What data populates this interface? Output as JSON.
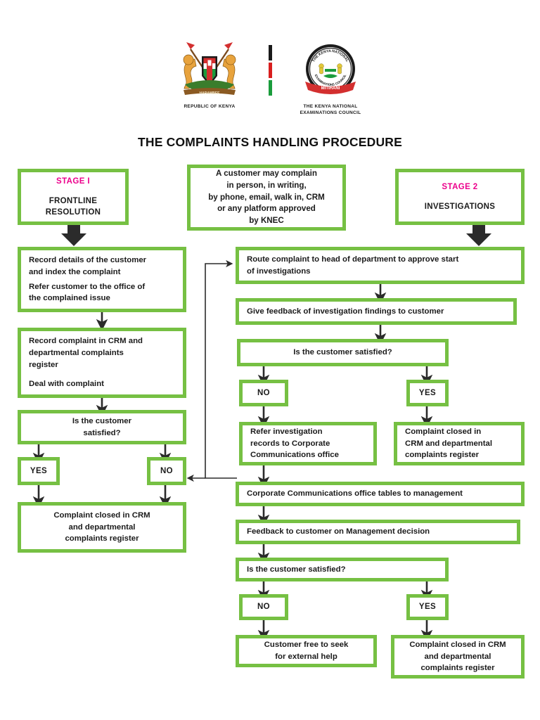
{
  "header": {
    "left_logo": {
      "name": "kenya-coat-of-arms",
      "caption": "REPUBLIC OF KENYA"
    },
    "divider": {
      "name": "kenya-flag-divider",
      "colors": [
        "#1a1a1a",
        "#d81e1e",
        "#1a9c3c"
      ]
    },
    "right_logo": {
      "name": "knec-seal",
      "caption_line1": "THE KENYA NATIONAL",
      "caption_line2": "EXAMINATIONS COUNCIL",
      "seal_top_text": "THE KENYA NATIONAL",
      "seal_bottom_text": "EXAMINATIONS COUNCIL",
      "seal_ribbon_text": "MITIHANI"
    }
  },
  "title": "THE COMPLAINTS HANDLING PROCEDURE",
  "colors": {
    "green": "#76c043",
    "magenta": "#ec008c",
    "text": "#1b1b1b",
    "arrow": "#2b2b2b",
    "background": "#ffffff"
  },
  "stages": {
    "stage1": {
      "label": "STAGE I",
      "name": "FRONTLINE",
      "name2": "RESOLUTION"
    },
    "stage2": {
      "label": "STAGE 2",
      "name": "INVESTIGATIONS"
    }
  },
  "callout": {
    "line1": "A customer may complain",
    "line2": "in person, in writing,",
    "line3": "by phone, email, walk in, CRM",
    "line4": "or any platform approved",
    "line5": "by KNEC"
  },
  "left_column": {
    "box1": {
      "p1_l1": "Record details of the customer",
      "p1_l2": "and index the complaint",
      "p2_l1": "Refer customer to the office of",
      "p2_l2": "the complained issue"
    },
    "box2": {
      "p1_l1": "Record complaint in CRM and",
      "p1_l2": "departmental complaints",
      "p1_l3": "register",
      "p2_l1": "Deal with complaint"
    },
    "decision": {
      "l1": "Is the customer",
      "l2": "satisfied?"
    },
    "yes": "YES",
    "no": "NO",
    "closed": {
      "l1": "Complaint closed in CRM",
      "l2": "and departmental",
      "l3": "complaints register"
    }
  },
  "right_column": {
    "route": {
      "l1": "Route complaint to head of department to approve start",
      "l2": "of investigations"
    },
    "feedback": "Give feedback of investigation  findings to customer",
    "decision1": "Is the customer satisfied?",
    "d1_no": "NO",
    "d1_yes": "YES",
    "refer": {
      "l1": "Refer investigation",
      "l2": "records to Corporate",
      "l3": "Communications office"
    },
    "closed1": {
      "l1": "Complaint closed in",
      "l2": "CRM and departmental",
      "l3": "complaints register"
    },
    "tables": "Corporate Communications office tables to management",
    "mgmt_feedback": "Feedback to customer on Management decision",
    "decision2": "Is the customer satisfied?",
    "d2_no": "NO",
    "d2_yes": "YES",
    "external": {
      "l1": "Customer free to seek",
      "l2": "for external help"
    },
    "closed2": {
      "l1": "Complaint closed in CRM",
      "l2": "and departmental",
      "l3": "complaints register"
    }
  }
}
